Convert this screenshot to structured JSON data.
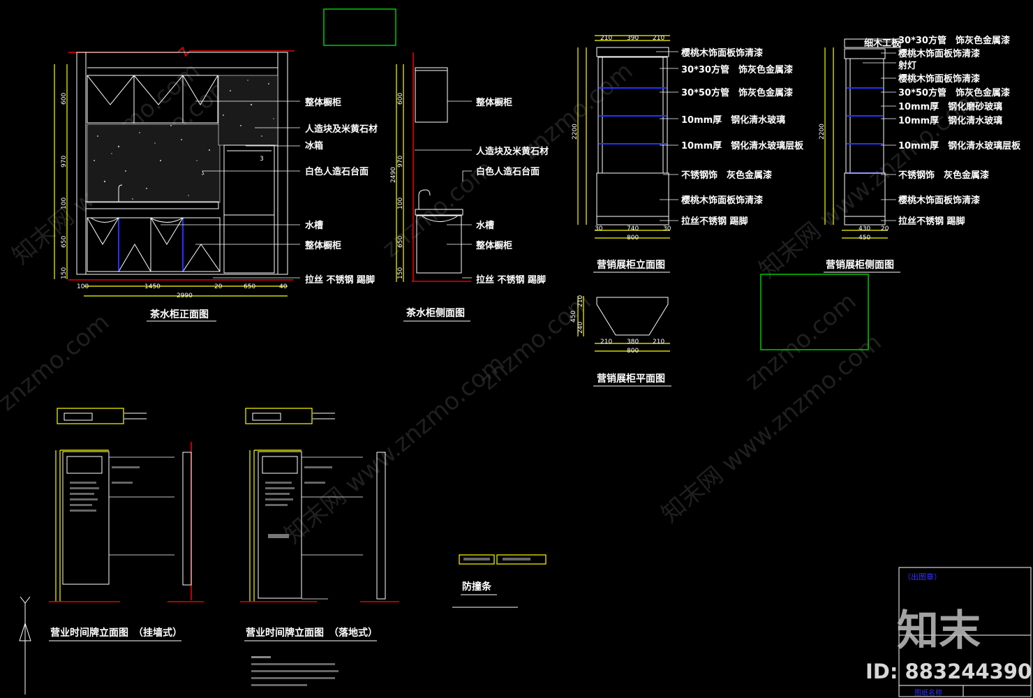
{
  "tea_front": {
    "labels": [
      "整体橱柜",
      "人造块及米黄石材",
      "冰箱",
      "白色人造石台面",
      "水槽",
      "整体橱柜",
      "拉丝 不锈钢 踢脚"
    ],
    "title": "茶水柜正面图",
    "dims_h": [
      "100",
      "1450",
      "20",
      "650",
      "40",
      "2990"
    ],
    "dims_v": [
      "600",
      "970",
      "100",
      "650",
      "150"
    ]
  },
  "tea_side": {
    "labels": [
      "整体橱柜",
      "人造块及米黄石材",
      "白色人造石台面",
      "水槽",
      "整体橱柜",
      "拉丝 不锈钢 踢脚"
    ],
    "title": "茶水柜侧面图",
    "dims_v": [
      "600",
      "970",
      "100",
      "650",
      "150",
      "2490"
    ]
  },
  "display_front": {
    "labels": [
      "樱桃木饰面板饰清漆",
      "30*30方管　饰灰色金属漆",
      "30*50方管　饰灰色金属漆",
      "10mm厚　钢化清水玻璃",
      "10mm厚　钢化清水玻璃层板",
      "不锈钢饰　灰色金属漆",
      "樱桃木饰面板饰清漆",
      "拉丝不锈钢 踢脚"
    ],
    "title": "营销展柜立面图",
    "dims_top": [
      "210",
      "390",
      "210"
    ],
    "dims_bottom": [
      "30",
      "740",
      "30",
      "800"
    ],
    "dims_v": [
      "2200"
    ]
  },
  "display_side": {
    "labels": [
      "30*30方管　饰灰色金属漆",
      "樱桃木饰面板饰清漆",
      "射灯",
      "樱桃木饰面板饰清漆",
      "30*50方管　饰灰色金属漆",
      "10mm厚　钢化磨砂玻璃",
      "10mm厚　钢化清水玻璃",
      "10mm厚　钢化清水玻璃层板",
      "不锈钢饰　灰色金属漆",
      "樱桃木饰面板饰清漆",
      "拉丝不锈钢 踢脚"
    ],
    "callout": "细木工板",
    "title": "营销展柜侧面图",
    "dims_bottom": [
      "430",
      "20",
      "450"
    ],
    "dims_v": [
      "2200"
    ]
  },
  "display_plan": {
    "title": "营销展柜平面图",
    "dims_top": [
      "210",
      "380",
      "210"
    ],
    "dims_bottom": [
      "800"
    ],
    "dims_v": [
      "210",
      "450",
      "240"
    ]
  },
  "hours_wall": {
    "title": "营业时间牌立面图　（挂墙式）"
  },
  "hours_floor": {
    "title": "营业时间牌立面图　（落地式）"
  },
  "anti_collision": {
    "title": "防撞条"
  },
  "title_block": {
    "label": "（出图章）",
    "footer": "图纸名称"
  },
  "watermark": {
    "logo": "知末",
    "id": "ID: 883244390",
    "site": "知末网 www.znzmo.com",
    "site_short": "znzmo.com"
  },
  "colors": {
    "background": "#000000",
    "dimension": "#ffff00",
    "section": "#e00000",
    "glass": "#2233ff",
    "frame": "#00cc00"
  }
}
